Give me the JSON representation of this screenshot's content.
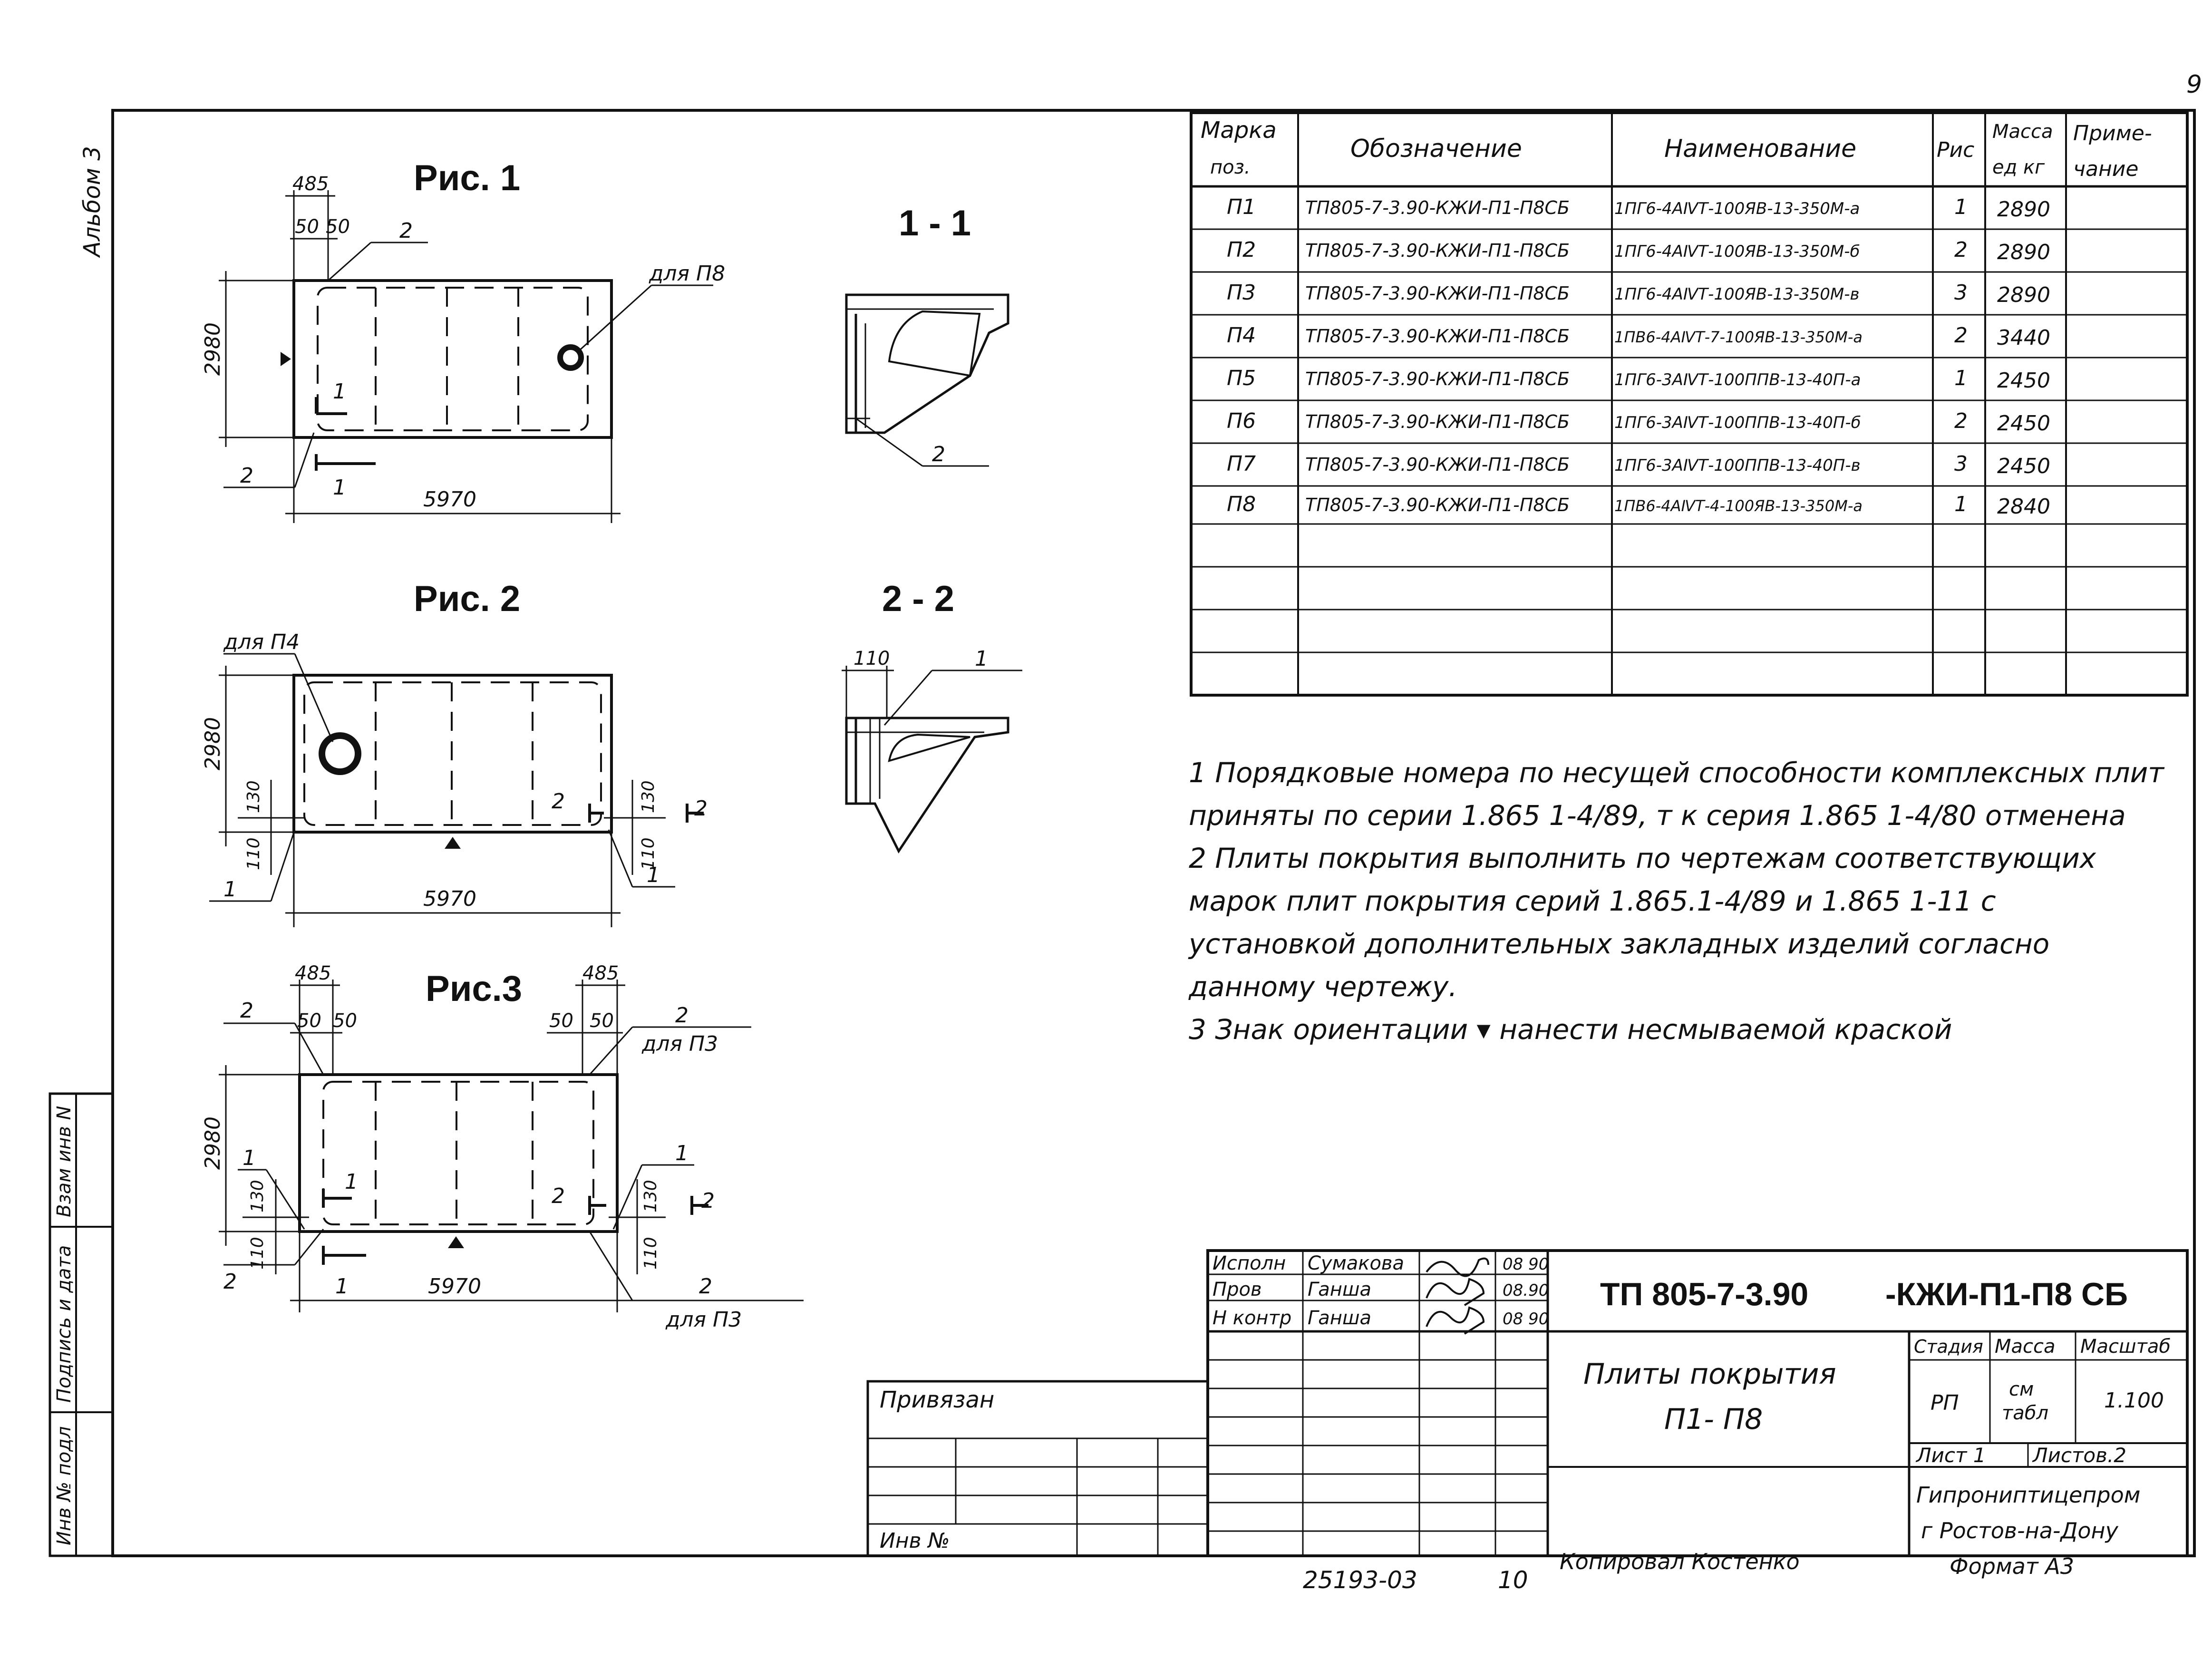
{
  "page_number": "9",
  "album_label": "Альбом 3",
  "side_stamp": {
    "inv_podl": "Инв № подл",
    "podpis_data": "Подпись и дата",
    "vzam_inv": "Взам инв N"
  },
  "figures": {
    "fig1": {
      "title": "Рис. 1",
      "dim_485": "485",
      "dim_50a": "50",
      "dim_50b": "50",
      "pos2_top": "2",
      "for_label": "для П8",
      "height": "2980",
      "width": "5970",
      "sec1_top": "1",
      "sec1_bottom": "1",
      "pos2_left": "2"
    },
    "fig2": {
      "title": "Рис. 2",
      "for_label": "для П4",
      "height": "2980",
      "width": "5970",
      "dim_130_left": "130",
      "dim_110_left": "110",
      "dim_130_right": "130",
      "dim_110_right": "110",
      "sec2_inner": "2",
      "sec2_outer": "2",
      "pos1_left": "1",
      "pos1_right": "1"
    },
    "fig3": {
      "title": "Рис.3",
      "dim_485_left": "485",
      "dim_485_right": "485",
      "dim_50_a": "50",
      "dim_50_b": "50",
      "dim_50_c": "50",
      "dim_50_d": "50",
      "pos2_top_left": "2",
      "pos2_top_right": "2",
      "for_top_right": "для П3",
      "height": "2980",
      "width": "5970",
      "dim_130_left": "130",
      "dim_110_left": "110",
      "dim_130_right": "130",
      "dim_110_right": "110",
      "pos1_left": "1",
      "pos1_right": "1",
      "sec1_top": "1",
      "sec1_bottom": "1",
      "sec2_inner": "2",
      "sec2_outer": "2",
      "pos2_bottom_left": "2",
      "pos2_bottom_right": "2",
      "for_bottom_right": "для П3"
    },
    "section1": {
      "title": "1 - 1",
      "pos": "2"
    },
    "section2": {
      "title": "2 - 2",
      "dim": "110",
      "pos": "1"
    }
  },
  "spec_table": {
    "headers": {
      "marka": "Марка",
      "marka_sub": "поз.",
      "oboznachenie": "Обозначение",
      "naimenovanie": "Наименование",
      "ris": "Рис",
      "massa": "Масса",
      "massa_unit": "ед кг",
      "prim": "Приме-",
      "prim_sub": "чание"
    },
    "rows": [
      {
        "mark": "П1",
        "code": "ТП805-7-3.90-КЖИ-П1-П8СБ",
        "name": "1ПГ6-4АⅣТ-100ЯВ-13-350М-а",
        "fig": "1",
        "mass": "2890"
      },
      {
        "mark": "П2",
        "code": "ТП805-7-3.90-КЖИ-П1-П8СБ",
        "name": "1ПГ6-4АⅣТ-100ЯВ-13-350М-б",
        "fig": "2",
        "mass": "2890"
      },
      {
        "mark": "П3",
        "code": "ТП805-7-3.90-КЖИ-П1-П8СБ",
        "name": "1ПГ6-4АⅣТ-100ЯВ-13-350М-в",
        "fig": "3",
        "mass": "2890"
      },
      {
        "mark": "П4",
        "code": "ТП805-7-3.90-КЖИ-П1-П8СБ",
        "name": "1ПВ6-4АⅣТ-7-100ЯВ-13-350М-а",
        "fig": "2",
        "mass": "3440"
      },
      {
        "mark": "П5",
        "code": "ТП805-7-3.90-КЖИ-П1-П8СБ",
        "name": "1ПГ6-3АⅣТ-100ППВ-13-40П-а",
        "fig": "1",
        "mass": "2450"
      },
      {
        "mark": "П6",
        "code": "ТП805-7-3.90-КЖИ-П1-П8СБ",
        "name": "1ПГ6-3АⅣТ-100ППВ-13-40П-б",
        "fig": "2",
        "mass": "2450"
      },
      {
        "mark": "П7",
        "code": "ТП805-7-3.90-КЖИ-П1-П8СБ",
        "name": "1ПГ6-3АⅣТ-100ППВ-13-40П-в",
        "fig": "3",
        "mass": "2450"
      },
      {
        "mark": "П8",
        "code": "ТП805-7-3.90-КЖИ-П1-П8СБ",
        "name": "1ПВ6-4АⅣТ-4-100ЯВ-13-350М-а",
        "fig": "1",
        "mass": "2840"
      }
    ]
  },
  "notes": [
    "1 Порядковые номера по несущей способности комплексных плит",
    "приняты по серии 1.865 1-4/89, т к серия 1.865 1-4/80 отменена",
    "2 Плиты покрытия выполнить по чертежам соответствующих",
    "марок плит покрытия серий 1.865.1-4/89 и 1.865 1-11 с",
    "установкой дополнительных закладных изделий согласно",
    "данному чертежу.",
    "3 Знак ориентации ▾ нанести несмываемой краской"
  ],
  "privyazan": {
    "label": "Привязан",
    "inv": "Инв №"
  },
  "title_block": {
    "roles": [
      {
        "role": "Исполн",
        "name": "Сумакова",
        "date": "08 90"
      },
      {
        "role": "Пров",
        "name": "Ганша",
        "date": "08.90"
      },
      {
        "role": "Н контр",
        "name": "Ганша",
        "date": "08 90"
      }
    ],
    "doc_code": "ТП 805-7-3.90",
    "doc_suffix": "-КЖИ-П1-П8 СБ",
    "title_line1": "Плиты покрытия",
    "title_line2": "П1- П8",
    "stage_label": "Стадия",
    "stage_value": "РП",
    "mass_label": "Масса",
    "mass_value_1": "см",
    "mass_value_2": "табл",
    "scale_label": "Масштаб",
    "scale_value": "1.100",
    "sheet_label": "Лист 1",
    "sheets_label": "Листов.2",
    "org_line1": "Гипрониптицепром",
    "org_line2": "г Ростов-на-Дону"
  },
  "footer": {
    "archive_no": "25193-03",
    "archive_sheet": "10",
    "copied_by": "Копировал Костенко",
    "format": "Формат А3"
  }
}
